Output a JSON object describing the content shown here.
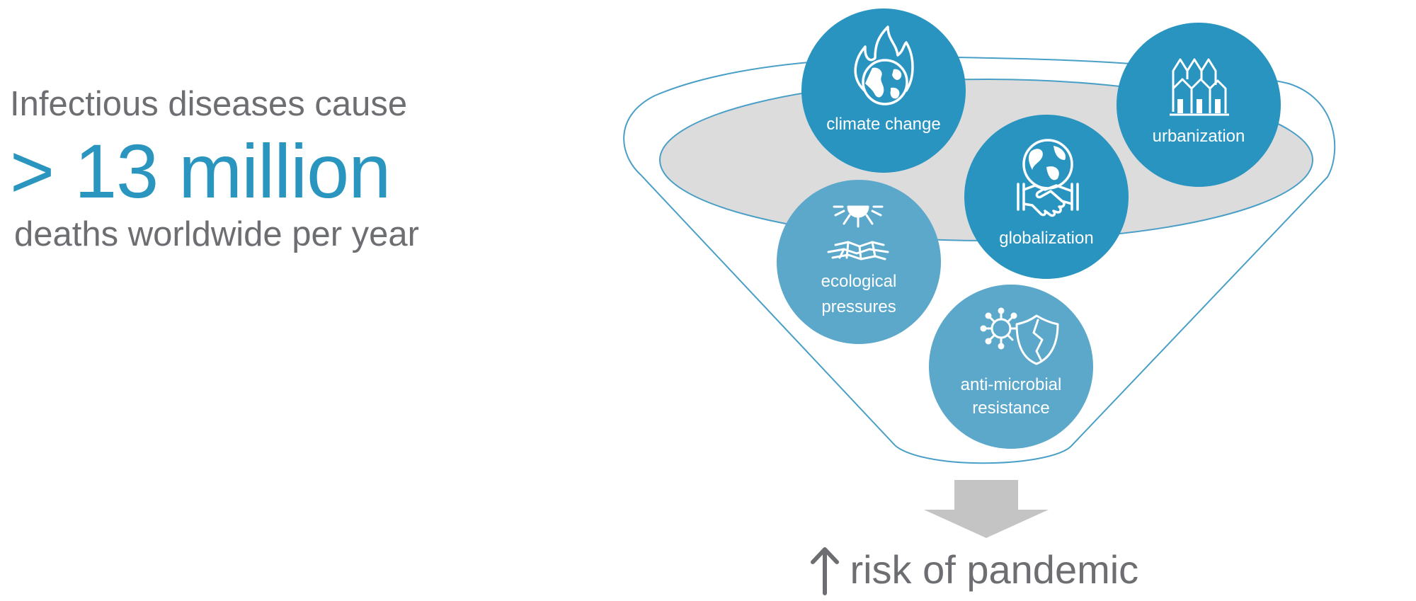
{
  "headline": {
    "line1": "Infectious diseases cause",
    "stat": "> 13 million",
    "line3": "deaths worldwide per year"
  },
  "factors": [
    {
      "id": "climate",
      "label_lines": [
        "climate change"
      ],
      "icon": "burning-globe-icon"
    },
    {
      "id": "urbanization",
      "label_lines": [
        "urbanization"
      ],
      "icon": "houses-icon"
    },
    {
      "id": "globalization",
      "label_lines": [
        "globalization"
      ],
      "icon": "globe-handshake-icon"
    },
    {
      "id": "ecological",
      "label_lines": [
        "ecological",
        "pressures"
      ],
      "icon": "sun-cracked-earth-icon"
    },
    {
      "id": "amr",
      "label_lines": [
        "anti-microbial",
        "resistance"
      ],
      "icon": "microbe-shield-icon"
    }
  ],
  "outcome": {
    "text": "risk of pandemic",
    "icon": "up-arrow-icon"
  },
  "colors": {
    "accent": "#2a96bf",
    "circle_dark": "#2a94c0",
    "circle_light": "#5ca8cb",
    "funnel_line": "#4a9fc7",
    "funnel_fill": "#dcdcdc",
    "gray_text": "#6d6e71",
    "arrow_gray": "#c4c4c4"
  }
}
